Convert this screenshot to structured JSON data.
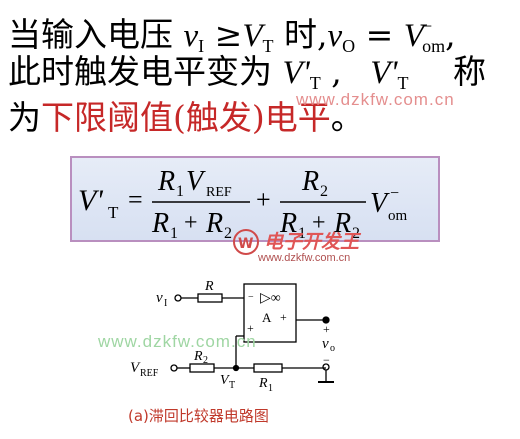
{
  "text": {
    "line1_start": "当输入电压",
    "line1_mid": "时,",
    "line1_end": ",",
    "line2_start": "此时触发电平变为",
    "line2_sep": ",",
    "line2_end": "称",
    "line3_start": "为",
    "line3_red": "下限阈值(触发)电平",
    "line3_end": "。"
  },
  "math": {
    "vI": "v",
    "vI_sub": "I",
    "geq": "≥",
    "VT": "V",
    "VT_sub": "T",
    "vO": "v",
    "vO_sub": "O",
    "eq": "=",
    "Vom": "V",
    "Vom_sub": "om",
    "Vom_sup": "−",
    "VpT": "V'",
    "VpT_sub": "T"
  },
  "formula": {
    "lhs": "V'",
    "lhs_sub": "T",
    "eq": "=",
    "num1_a": "R",
    "num1_a_sub": "1",
    "num1_b": "V",
    "num1_b_sub": "REF",
    "den_a": "R",
    "den_a_sub": "1",
    "den_plus": "+",
    "den_b": "R",
    "den_b_sub": "2",
    "plus": "+",
    "num2": "R",
    "num2_sub": "2",
    "tail": "V",
    "tail_sub": "om",
    "tail_sup": "−"
  },
  "watermarks": {
    "wm1": "www.dzkfw.com.cn",
    "wm2": "www.dzkfw.com.cn",
    "wm3": "www.dzkfw.com.cn",
    "brand": "电子开发王"
  },
  "circuit": {
    "vI": "v",
    "vI_sub": "I",
    "R": "R",
    "opamp_sym": "▷∞",
    "opamp_A": "A",
    "plus_top": "+",
    "plus_in": "+",
    "minus_in": "−",
    "R2": "R",
    "R2_sub": "2",
    "VREF": "V",
    "VREF_sub": "REF",
    "VT": "V",
    "VT_sub": "T",
    "R1": "R",
    "R1_sub": "1",
    "vo": "v",
    "vo_sub": "o",
    "out_plus": "+",
    "out_minus": "−"
  },
  "caption": "(a)滞回比较器电路图",
  "colors": {
    "accent_red": "#c62828",
    "formula_bg": "#dbe3f3",
    "formula_border": "#b98fbf"
  }
}
